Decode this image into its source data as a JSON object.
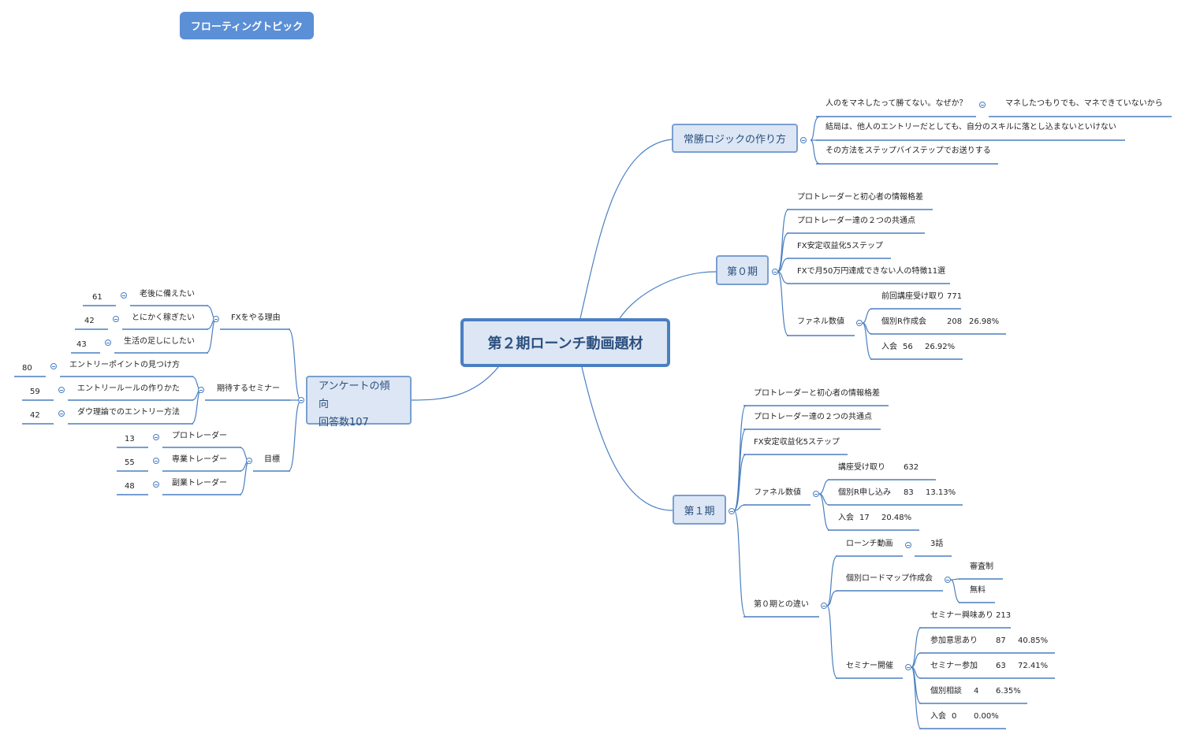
{
  "floating_topic": "フローティングトピック",
  "central_topic": "第２期ローンチ動画題材",
  "survey": {
    "title_line1": "アンケートの傾向",
    "title_line2": "回答数107",
    "fx_reason": {
      "label": "FXをやる理由",
      "items": [
        {
          "count": "61",
          "label": "老後に備えたい"
        },
        {
          "count": "42",
          "label": "とにかく稼ぎたい"
        },
        {
          "count": "43",
          "label": "生活の足しにしたい"
        }
      ]
    },
    "seminar": {
      "label": "期待するセミナー",
      "items": [
        {
          "count": "80",
          "label": "エントリーポイントの見つけ方"
        },
        {
          "count": "59",
          "label": "エントリールールの作りかた"
        },
        {
          "count": "42",
          "label": "ダウ理論でのエントリー方法"
        }
      ]
    },
    "goal": {
      "label": "目標",
      "items": [
        {
          "count": "13",
          "label": "プロトレーダー"
        },
        {
          "count": "55",
          "label": "専業トレーダー"
        },
        {
          "count": "48",
          "label": "副業トレーダー"
        }
      ]
    }
  },
  "logic": {
    "title": "常勝ロジックの作り方",
    "why": "人のをマネしたって勝てない。なぜか？",
    "why_answer": "マネしたつもりでも、マネできていないから",
    "conclusion": "結局は、他人のエントリーだとしても、自分のスキルに落とし込まないといけない",
    "method": "その方法をステップバイステップでお送りする"
  },
  "phase0": {
    "title": "第０期",
    "items": [
      "プロトレーダーと初心者の情報格差",
      "プロトレーダー達の２つの共通点",
      "FX安定収益化5ステップ",
      "FXで月50万円達成できない人の特徴11選"
    ],
    "funnel": {
      "label": "ファネル数値",
      "items": [
        {
          "label": "前回講座受け取り",
          "value": "771",
          "pct": ""
        },
        {
          "label": "個別R作成会",
          "value": "208",
          "pct": "26.98%"
        },
        {
          "label": "入会",
          "value": "56",
          "pct": "26.92%"
        }
      ]
    }
  },
  "phase1": {
    "title": "第１期",
    "items": [
      "プロトレーダーと初心者の情報格差",
      "プロトレーダー達の２つの共通点",
      "FX安定収益化5ステップ"
    ],
    "funnel": {
      "label": "ファネル数値",
      "items": [
        {
          "label": "講座受け取り",
          "value": "632",
          "pct": ""
        },
        {
          "label": "個別R申し込み",
          "value": "83",
          "pct": "13.13%"
        },
        {
          "label": "入会",
          "value": "17",
          "pct": "20.48%"
        }
      ]
    },
    "diff": {
      "label": "第０期との違い",
      "launch_video": "ローンチ動画",
      "launch_video_count": "3話",
      "roadmap": "個別ロードマップ作成会",
      "roadmap_items": [
        "審査制",
        "無料"
      ],
      "seminar": "セミナー開催",
      "seminar_items": [
        {
          "label": "セミナー興味あり",
          "value": "213",
          "pct": ""
        },
        {
          "label": "参加意思あり",
          "value": "87",
          "pct": "40.85%"
        },
        {
          "label": "セミナー参加",
          "value": "63",
          "pct": "72.41%"
        },
        {
          "label": "個別相談",
          "value": "4",
          "pct": "6.35%"
        },
        {
          "label": "入会",
          "value": "0",
          "pct": "0.00%"
        }
      ]
    }
  },
  "colors": {
    "line": "#4a7fc1",
    "topic_fill": "#dce6f4",
    "floating_fill": "#5b8fd6"
  }
}
